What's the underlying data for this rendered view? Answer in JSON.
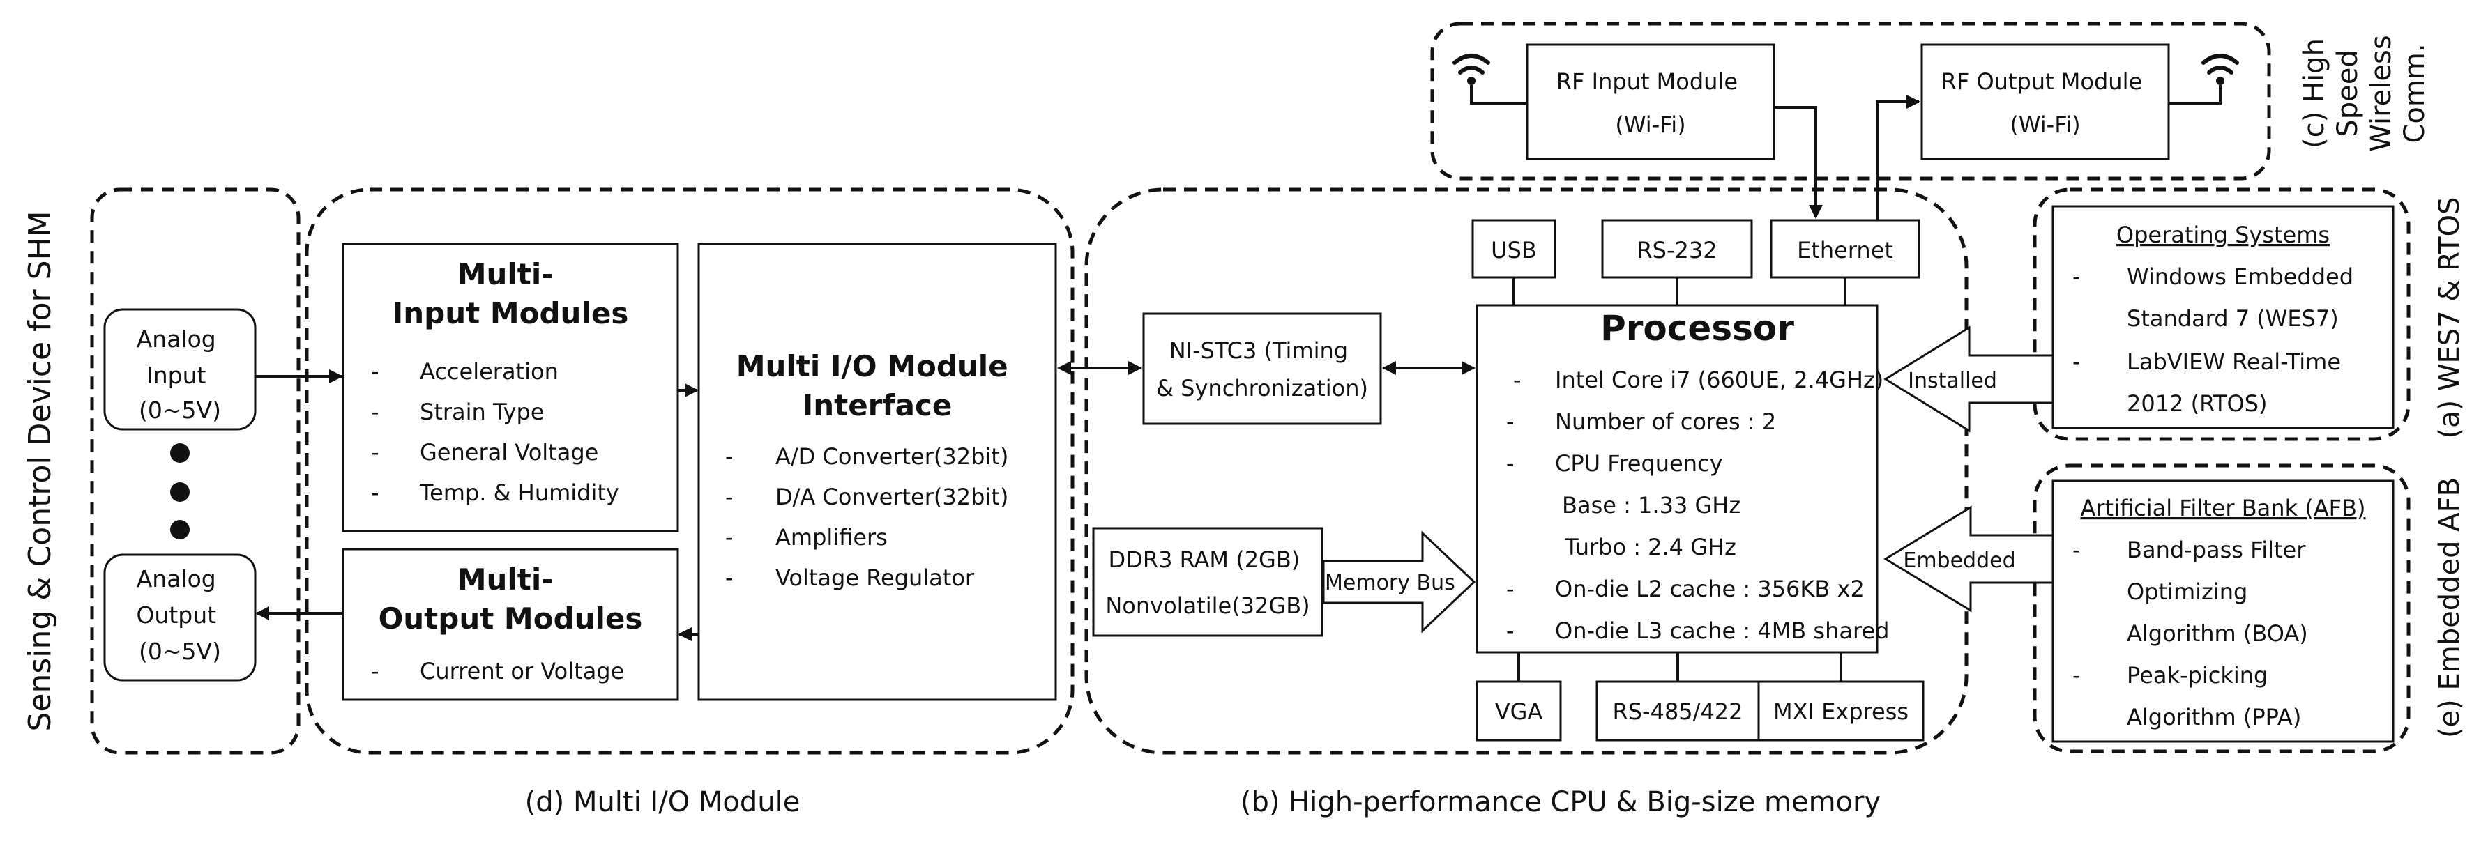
{
  "sensing": {
    "title": "Sensing & Control Device for SHM",
    "analog_input": [
      "Analog",
      "Input",
      "(0~5V)"
    ],
    "analog_output": [
      "Analog",
      "Output",
      "(0~5V)"
    ]
  },
  "multi_input": {
    "title": [
      "Multi-",
      "Input Modules"
    ],
    "items": [
      "Acceleration",
      "Strain Type",
      "General Voltage",
      "Temp. & Humidity"
    ]
  },
  "multi_output": {
    "title": [
      "Multi-",
      "Output Modules"
    ],
    "items": [
      "Current or Voltage"
    ]
  },
  "mio_interface": {
    "title": [
      "Multi I/O Module",
      "Interface"
    ],
    "items": [
      "A/D Converter(32bit)",
      "D/A Converter(32bit)",
      "Amplifiers",
      "Voltage Regulator"
    ]
  },
  "nistc": [
    "NI-STC3 (Timing",
    "& Synchronization)"
  ],
  "memory": {
    "lines": [
      "DDR3 RAM (2GB)",
      "Nonvolatile(32GB)"
    ],
    "bus_label": "Memory Bus"
  },
  "processor": {
    "title": "Processor",
    "items": [
      "Intel Core i7 (660UE, 2.4GHz)",
      "Number of cores : 2",
      "CPU Frequency",
      "Base : 1.33 GHz",
      "Turbo : 2.4 GHz",
      "On-die L2 cache : 356KB x2",
      "On-die L3 cache : 4MB shared"
    ]
  },
  "ports_top": [
    "USB",
    "RS-232",
    "Ethernet"
  ],
  "ports_bottom": [
    "VGA",
    "RS-485/422",
    "MXI Express"
  ],
  "rf_input": [
    "RF Input Module",
    "(Wi-Fi)"
  ],
  "rf_output": [
    "RF Output Module",
    "(Wi-Fi)"
  ],
  "os": {
    "title": "Operating Systems",
    "items": [
      [
        "Windows Embedded",
        "Standard 7 (WES7)"
      ],
      [
        "LabVIEW Real-Time",
        "2012 (RTOS)"
      ]
    ],
    "arrow_label": "Installed"
  },
  "afb": {
    "title": "Artificial Filter Bank (AFB)",
    "items": [
      [
        "Band-pass Filter",
        "Optimizing",
        "Algorithm (BOA)"
      ],
      [
        "Peak-picking",
        "Algorithm (PPA)"
      ]
    ],
    "arrow_label": "Embedded"
  },
  "captions": {
    "c": [
      "(c) High",
      "Speed",
      "Wireless",
      "Comm."
    ],
    "a": "(a) WES7 & RTOS",
    "e": "(e) Embedded AFB",
    "d": "(d) Multi I/O Module",
    "b": "(b) High-performance CPU & Big-size memory"
  }
}
